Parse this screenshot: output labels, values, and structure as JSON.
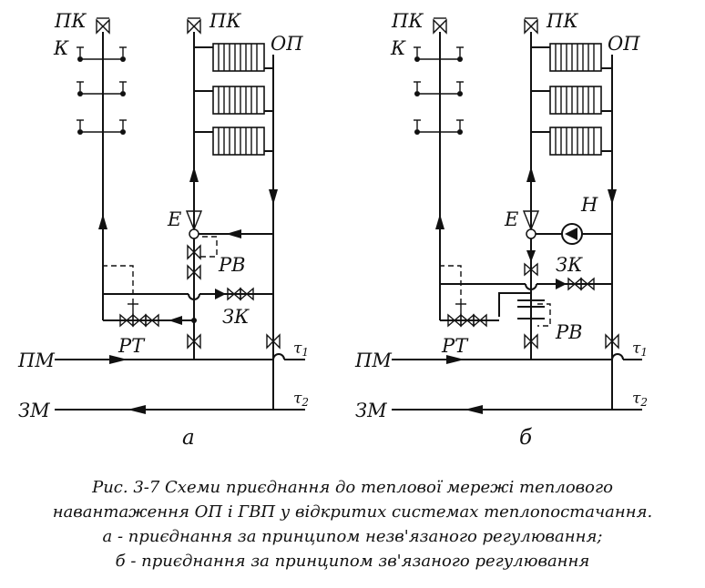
{
  "labels": {
    "pk": "ПК",
    "k": "К",
    "op": "ОП",
    "e": "Е",
    "rv": "РВ",
    "zk": "ЗК",
    "rt": "РТ",
    "pm": "ПМ",
    "zm": "ЗМ",
    "t1": "τ",
    "t1_sub": "1",
    "t2": "τ",
    "t2_sub": "2",
    "n": "Н",
    "a": "а",
    "b": "б"
  },
  "caption": {
    "line1": "Рис. 3-7 Схеми приєднання до теплової мережі теплового",
    "line2": "навантаження ОП і ГВП у відкритих системах теплопостачання.",
    "line3": "а - приєднання за принципом незв'язаного регулювання;",
    "line4": "б - приєднання за принципом зв'язаного регулювання"
  }
}
